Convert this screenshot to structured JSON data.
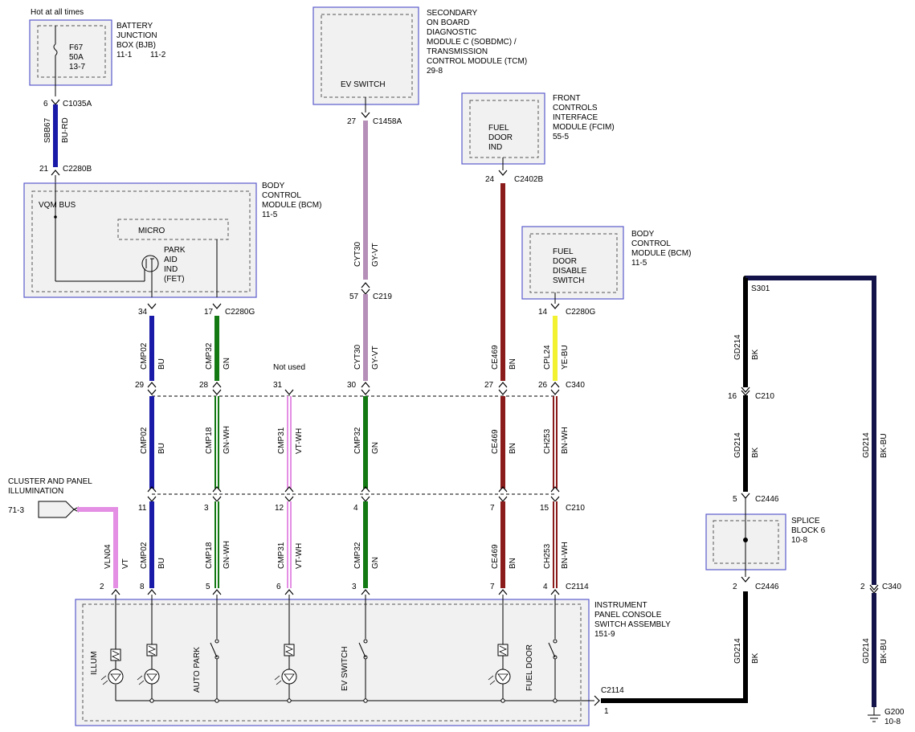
{
  "header": {
    "hot_label": "Hot at all times"
  },
  "colors": {
    "blue": "#1a1aa8",
    "green": "#137a13",
    "gray_violet": "#b58fb8",
    "violet": "#e48ee4",
    "brown": "#8b1c1c",
    "yellow": "#f2f230",
    "black": "#000000",
    "bk_bu": "#13134a",
    "module_outline": "#5a5acd",
    "module_fill": "#f1f1f1"
  },
  "modules": {
    "bjb": {
      "name": [
        "BATTERY",
        "JUNCTION",
        "BOX (BJB)"
      ],
      "ref1": "11-1",
      "ref2": "11-2",
      "fuse": [
        "F67",
        "50A",
        "13-7"
      ]
    },
    "sobdmc": {
      "name": [
        "SECONDARY",
        "ON BOARD",
        "DIAGNOSTIC",
        "MODULE C (SOBDMC) /",
        "TRANSMISSION",
        "CONTROL MODULE (TCM)",
        "29-8"
      ],
      "inner": "EV SWITCH"
    },
    "fcim": {
      "name": [
        "FRONT",
        "CONTROLS",
        "INTERFACE",
        "MODULE (FCIM)",
        "55-5"
      ],
      "inner": [
        "FUEL",
        "DOOR",
        "IND"
      ]
    },
    "bcm1": {
      "name": [
        "BODY",
        "CONTROL",
        "MODULE (BCM)",
        "11-5"
      ],
      "vqm": "VQM BUS",
      "micro": "MICRO",
      "fet": [
        "PARK",
        "AID",
        "IND",
        "(FET)"
      ]
    },
    "bcm2": {
      "name": [
        "BODY",
        "CONTROL",
        "MODULE (BCM)",
        "11-5"
      ],
      "inner": [
        "FUEL",
        "DOOR",
        "DISABLE",
        "SWITCH"
      ]
    },
    "splice": {
      "name": [
        "SPLICE",
        "BLOCK 6",
        "10-8"
      ]
    },
    "ipcsa": {
      "name": [
        "INSTRUMENT",
        "PANEL CONSOLE",
        "SWITCH ASSEMBLY",
        "151-9"
      ],
      "illum": "ILLUM",
      "auto_park": "AUTO PARK",
      "ev_switch": "EV SWITCH",
      "fuel_door": "FUEL DOOR"
    }
  },
  "cluster": {
    "title": [
      "CLUSTER AND PANEL",
      "ILLUMINATION"
    ],
    "ref": "71-3"
  },
  "not_used": "Not used",
  "connectors": {
    "c1035a": "C1035A",
    "c2280b": "C2280B",
    "c2280g": "C2280G",
    "c1458a": "C1458A",
    "c219": "C219",
    "c2402b": "C2402B",
    "c2280g2": "C2280G",
    "c340": "C340",
    "c210": "C210",
    "c2114": "C2114",
    "s301": "S301",
    "c210b": "C210",
    "c2446a": "C2446",
    "c2446b": "C2446",
    "c340b": "C340",
    "c2114b": "C2114",
    "g200": "G200",
    "g200_ref": "10-8"
  },
  "pins": {
    "p6": "6",
    "p21": "21",
    "p27a": "27",
    "p57": "57",
    "p24": "24",
    "p34": "34",
    "p17": "17",
    "p14": "14",
    "p29": "29",
    "p28": "28",
    "p31": "31",
    "p30": "30",
    "p27b": "27",
    "p26": "26",
    "p11": "11",
    "p3": "3",
    "p12": "12",
    "p4": "4",
    "p7": "7",
    "p15": "15",
    "p2": "2",
    "p8": "8",
    "p5": "5",
    "p6b": "6",
    "p3b": "3",
    "p7b": "7",
    "p4b": "4",
    "p16": "16",
    "p5b": "5",
    "p2b": "2",
    "p2c": "2",
    "p1": "1"
  },
  "wires": {
    "sbb67": [
      "SBB67",
      "BU-RD"
    ],
    "cyt30a": [
      "CYT30",
      "GY-VT"
    ],
    "cyt30b": [
      "CYT30",
      "GY-VT"
    ],
    "ce469a": [
      "CE469",
      "BN"
    ],
    "cmp02a": [
      "CMP02",
      "BU"
    ],
    "cmp32a": [
      "CMP32",
      "GN"
    ],
    "cpl24": [
      "CPL24",
      "YE-BU"
    ],
    "gd214a": [
      "GD214",
      "BK"
    ],
    "cmp02b": [
      "CMP02",
      "BU"
    ],
    "cmp18a": [
      "CMP18",
      "GN-WH"
    ],
    "cmp31a": [
      "CMP31",
      "VT-WH"
    ],
    "cmp32b": [
      "CMP32",
      "GN"
    ],
    "ce469b": [
      "CE469",
      "BN"
    ],
    "ch253a": [
      "CH253",
      "BN-WH"
    ],
    "gd214b": [
      "GD214",
      "BK"
    ],
    "gd214bkbu": [
      "GD214",
      "BK-BU"
    ],
    "vln04": [
      "VLN04",
      "VT"
    ],
    "cmp02c": [
      "CMP02",
      "BU"
    ],
    "cmp18b": [
      "CMP18",
      "GN-WH"
    ],
    "cmp31b": [
      "CMP31",
      "VT-WH"
    ],
    "cmp32c": [
      "CMP32",
      "GN"
    ],
    "ce469c": [
      "CE469",
      "BN"
    ],
    "ch253b": [
      "CH253",
      "BN-WH"
    ],
    "gd214c": [
      "GD214",
      "BK"
    ],
    "gd214bkbu2": [
      "GD214",
      "BK-BU"
    ]
  }
}
